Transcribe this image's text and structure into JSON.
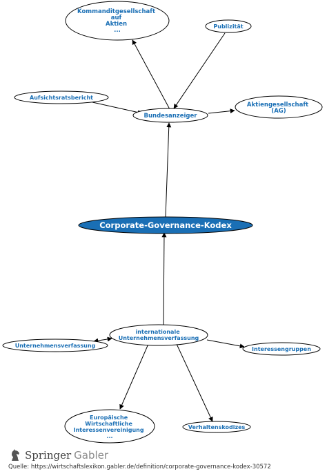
{
  "nodes": {
    "kommandit": [
      "Kommanditgesellschaft",
      "auf",
      "Aktien",
      "..."
    ],
    "publizitaet": [
      "Publizität"
    ],
    "aufsichtsrat": [
      "Aufsichtsratsbericht"
    ],
    "bundesanzeiger": [
      "Bundesanzeiger"
    ],
    "ag": [
      "Aktiengesellschaft",
      "(AG)"
    ],
    "kodex": [
      "Corporate-Governance-Kodex"
    ],
    "intl": [
      "internationale",
      "Unternehmensverfassung"
    ],
    "unternehmensverfassung": [
      "Unternehmensverfassung"
    ],
    "interessengruppen": [
      "Interessengruppen"
    ],
    "europaeische": [
      "Europäische",
      "Wirtschaftliche",
      "Interessenvereinigung",
      "..."
    ],
    "verhaltenskodizes": [
      "Verhaltenskodizes"
    ]
  },
  "colors": {
    "node_text": "#1a6fb5",
    "central_fill": "#1a6fb5",
    "central_text": "#ffffff",
    "edge": "#000000"
  },
  "footer": {
    "brand_primary": "Springer",
    "brand_secondary": "Gabler",
    "source": "Quelle: https://wirtschaftslexikon.gabler.de/definition/corporate-governance-kodex-30572"
  }
}
